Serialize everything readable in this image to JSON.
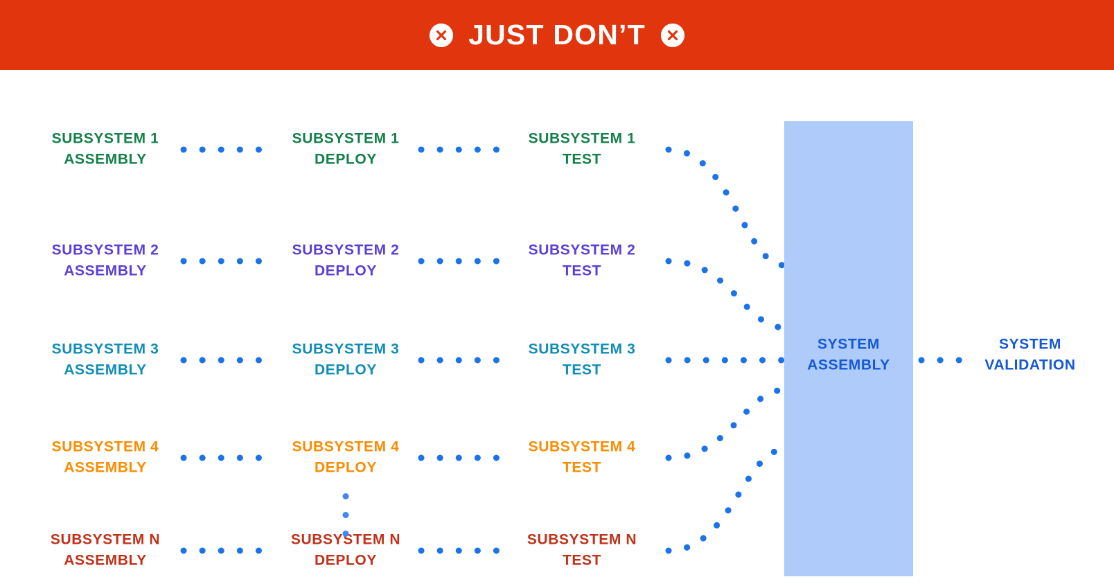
{
  "banner": {
    "title": "JUST DON’T",
    "left_icon": "circle-x-icon",
    "right_icon": "circle-x-icon",
    "background_color": "#e1350d",
    "text_color": "#ffffff"
  },
  "diagram": {
    "connector_color": "#1a73e8",
    "ellipsis_label": "vertical-ellipsis",
    "rows": [
      {
        "id": "subsystem-1",
        "color": "#15804a",
        "assembly": "SUBSYSTEM 1\nASSEMBLY",
        "deploy": "SUBSYSTEM 1\nDEPLOY",
        "test": "SUBSYSTEM 1\nTEST"
      },
      {
        "id": "subsystem-2",
        "color": "#5b3fd6",
        "assembly": "SUBSYSTEM 2\nASSEMBLY",
        "deploy": "SUBSYSTEM 2\nDEPLOY",
        "test": "SUBSYSTEM 2\nTEST"
      },
      {
        "id": "subsystem-3",
        "color": "#0f8db5",
        "assembly": "SUBSYSTEM 3\nASSEMBLY",
        "deploy": "SUBSYSTEM 3\nDEPLOY",
        "test": "SUBSYSTEM 3\nTEST"
      },
      {
        "id": "subsystem-4",
        "color": "#fb8c00",
        "assembly": "SUBSYSTEM 4\nASSEMBLY",
        "deploy": "SUBSYSTEM 4\nDEPLOY",
        "test": "SUBSYSTEM 4\nTEST"
      },
      {
        "id": "subsystem-n",
        "color": "#c0321a",
        "assembly": "SUBSYSTEM N\nASSEMBLY",
        "deploy": "SUBSYSTEM N\nDEPLOY",
        "test": "SUBSYSTEM N\nTEST"
      }
    ],
    "system_assembly": {
      "label": "SYSTEM\nASSEMBLY",
      "color": "#1559d6",
      "box_color": "#aecbfa"
    },
    "system_validation": {
      "label": "SYSTEM\nVALIDATION",
      "color": "#1559d6"
    }
  }
}
